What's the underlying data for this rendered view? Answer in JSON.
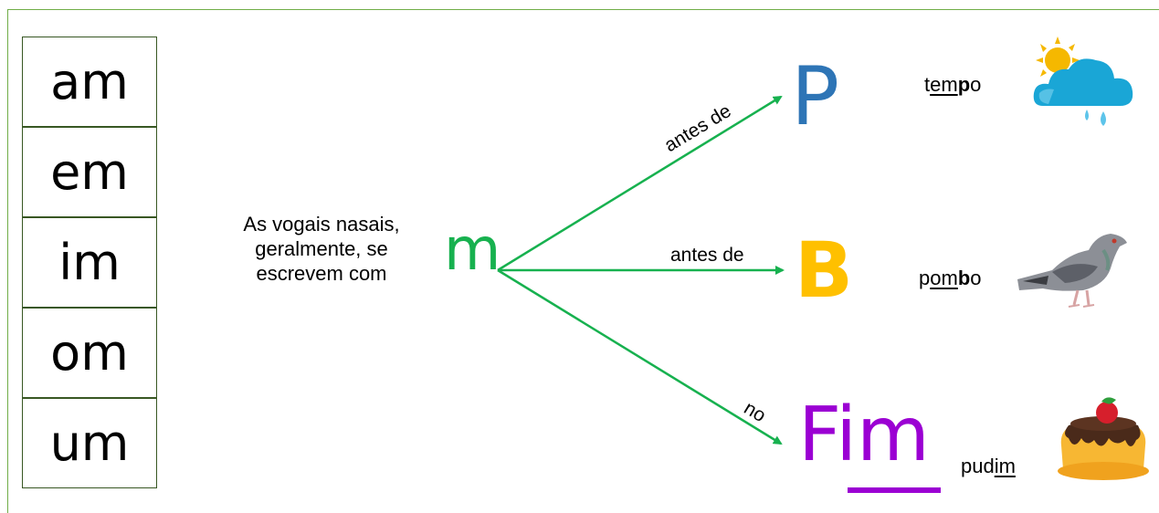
{
  "syllables": [
    "am",
    "em",
    "im",
    "om",
    "um"
  ],
  "rule_text": [
    "As vogais nasais,",
    "geralmente, se",
    "escrevem com"
  ],
  "center_letter": "m",
  "branches": {
    "top": {
      "label": "antes de",
      "letter": "P",
      "word_parts": [
        "t",
        "em",
        "p",
        "o"
      ]
    },
    "middle": {
      "label": "antes de",
      "letter": "B",
      "word_parts": [
        "p",
        "om",
        "b",
        "o"
      ]
    },
    "bottom": {
      "label": "no",
      "letter_parts": [
        "F",
        "im"
      ],
      "word_parts": [
        "pud",
        "im"
      ]
    }
  },
  "colors": {
    "green": "#17b14f",
    "blue": "#2e75b6",
    "yellow": "#ffc000",
    "purple": "#9b00d3"
  },
  "icons": [
    "weather-cloud-sun-rain-icon",
    "pigeon-icon",
    "pudding-icon"
  ]
}
